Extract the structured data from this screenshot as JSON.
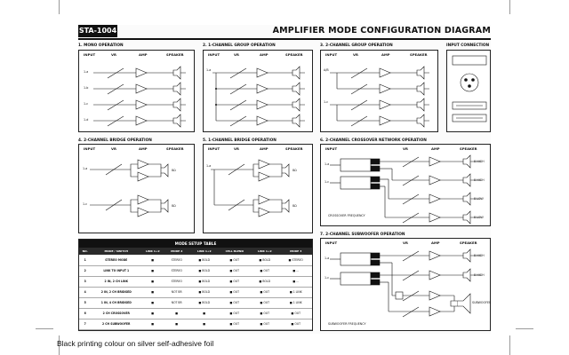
{
  "header": {
    "model": "STA-1004",
    "title": "AMPLIFIER MODE CONFIGURATION DIAGRAM"
  },
  "col": {
    "input": "INPUT",
    "vr": "VR",
    "amp": "AMP",
    "speaker": "SPEAKER"
  },
  "sections": [
    {
      "title": "1. MONO OPERATION"
    },
    {
      "title": "2. 1-CHANNEL GROUP OPERATION"
    },
    {
      "title": "3. 2-CHANNEL GROUP OPERATION"
    },
    {
      "title": "INPUT CONNECTION"
    },
    {
      "title": "4. 2-CHANNEL BRIDGE OPERATION"
    },
    {
      "title": "5. 1-CHANNEL BRIDGE OPERATION"
    },
    {
      "title": "6. 2-CHANNEL CROSSOVER NETWORK OPERATION"
    },
    {
      "title": "7. 2-CHANNEL SUBWOOFER OPERATION"
    }
  ],
  "labels": {
    "in_a": "1-a",
    "in_b": "1-b",
    "in_c": "1-c",
    "in_d": "1-d",
    "in_ab": "A/B",
    "out_8": "8Ω",
    "crossover": "CROSSOVER FREQUENCY",
    "subwoofer": "SUBWOOFER FREQUENCY",
    "hp": "HIGH",
    "lp": "LOW",
    "out_hi": "8 HIGH",
    "out_lo": "8 LOW",
    "sub": "SUBWOOFER"
  },
  "table": {
    "title": "MODE SETUP TABLE",
    "headers": [
      "NO.",
      "MODE / SWITCH",
      "LINK 1+2",
      "MODE 2",
      "LINK 1+2",
      "CELL BLEND",
      "LINK 1+2",
      "MODE 3"
    ],
    "rows": [
      [
        "1",
        "STEREO MODE",
        "■",
        "STEREO",
        "■ BOLD",
        "■ OUT",
        "■ BOLD",
        "■ STEREO"
      ],
      [
        "2",
        "LINK TO INPUT 1",
        "■",
        "STEREO",
        "■ BOLD",
        "■ OUT",
        "■ OUT",
        "■ ..."
      ],
      [
        "3",
        "2 IN, 2 CH LINK",
        "■",
        "STEREO",
        "■ BOLD",
        "■ OUT",
        "■ BOLD",
        "■ ..."
      ],
      [
        "4",
        "2 IN, 2 CH BRIDGED",
        "■",
        "NOT BR",
        "■ BOLD",
        "■ OUT",
        "■ OUT",
        "■ 1 LINK"
      ],
      [
        "5",
        "1 IN, 4 CH BRIDGED",
        "■",
        "NOT BR",
        "■ BOLD",
        "■ OUT",
        "■ OUT",
        "■ 1 LINK"
      ],
      [
        "6",
        "2 CH CROSSOVER",
        "■",
        "■",
        "■",
        "■ OUT",
        "■ OUT",
        "■ OUT"
      ],
      [
        "7",
        "2 CH SUBWOOFER",
        "■",
        "■",
        "■",
        "■ OUT",
        "■ OUT",
        "■ OUT"
      ]
    ]
  },
  "footer": {
    "caption": "Black printing colour on silver self-adhesive foil"
  }
}
